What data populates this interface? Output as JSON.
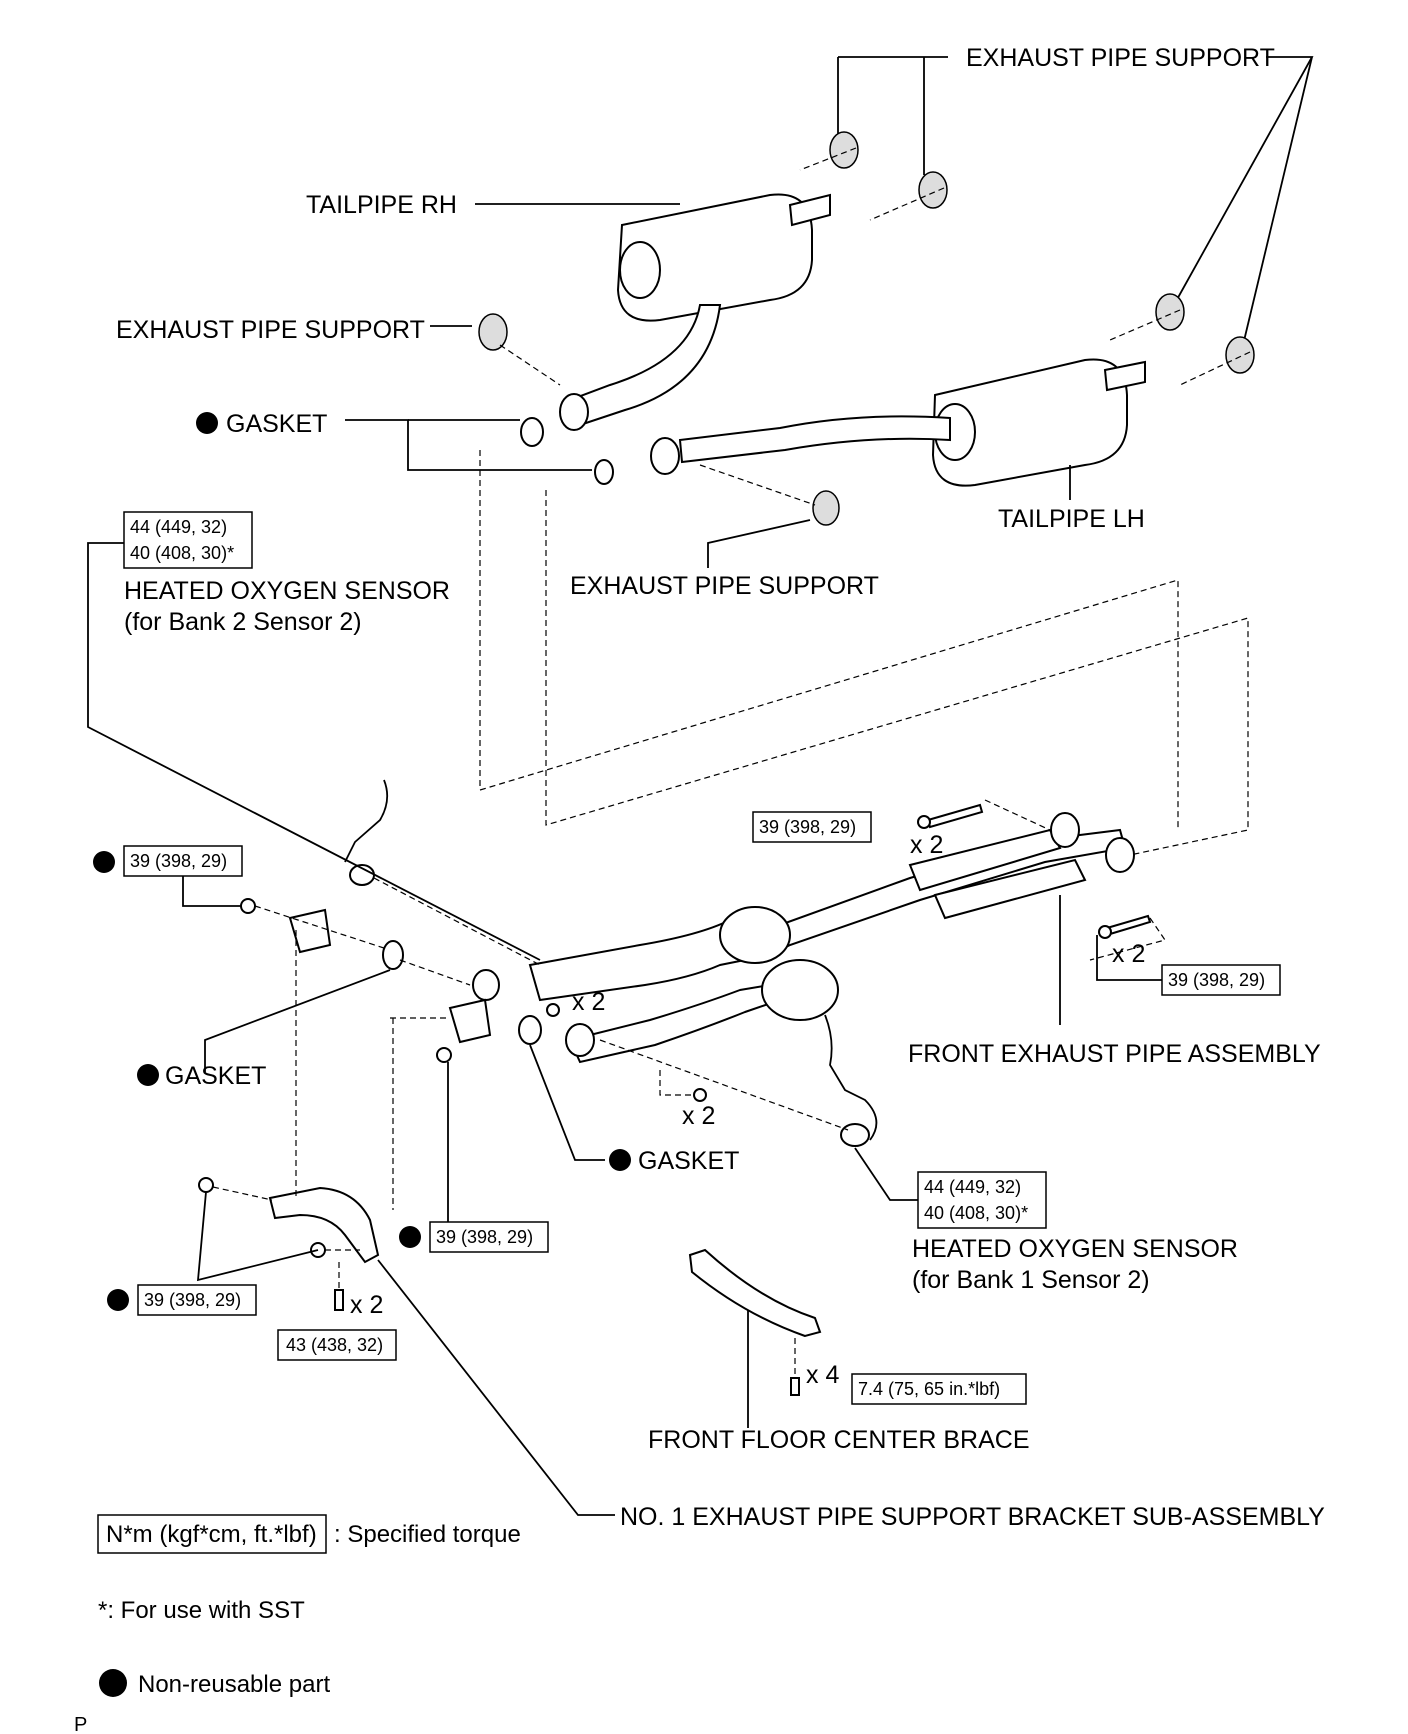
{
  "labels": {
    "exhaust_pipe_support_top": "EXHAUST PIPE SUPPORT",
    "tailpipe_rh": "TAILPIPE RH",
    "exhaust_pipe_support_left": "EXHAUST PIPE SUPPORT",
    "gasket_top": "GASKET",
    "tailpipe_lh": "TAILPIPE LH",
    "exhaust_pipe_support_mid": "EXHAUST PIPE SUPPORT",
    "ho2s_bank2_line1": "HEATED OXYGEN SENSOR",
    "ho2s_bank2_line2": "(for Bank 2 Sensor 2)",
    "gasket_left": "GASKET",
    "gasket_center": "GASKET",
    "front_exhaust_pipe_assembly": "FRONT EXHAUST PIPE ASSEMBLY",
    "ho2s_bank1_line1": "HEATED OXYGEN SENSOR",
    "ho2s_bank1_line2": "(for Bank 1 Sensor 2)",
    "front_floor_center_brace": "FRONT FLOOR CENTER BRACE",
    "no1_bracket": "NO. 1 EXHAUST PIPE SUPPORT BRACKET SUB-ASSEMBLY"
  },
  "torques": {
    "ho2s_bank2_a": "44 (449, 32)",
    "ho2s_bank2_b": "40 (408, 30)*",
    "front_top": "39 (398, 29)",
    "left_nut": "39 (398, 29)",
    "right_bolt": "39 (398, 29)",
    "center_nut": "39 (398, 29)",
    "ho2s_bank1_a": "44 (449, 32)",
    "ho2s_bank1_b": "40 (408, 30)*",
    "bracket_nut": "39 (398, 29)",
    "bracket_bolt": "43 (438, 32)",
    "brace_bolt": "7.4 (75, 65 in.*lbf)"
  },
  "quantities": {
    "front_top": "x 2",
    "right_bolt": "x 2",
    "center_bolt": "x 2",
    "lower_bolt": "x 2",
    "bracket_bolt": "x 2",
    "brace_bolt": "x 4"
  },
  "legend": {
    "torque_box": "N*m (kgf*cm, ft.*lbf)",
    "torque_desc": ": Specified torque",
    "sst_note": "*: For use with SST",
    "nonreusable": "Non-reusable part"
  },
  "corner_mark": "P"
}
